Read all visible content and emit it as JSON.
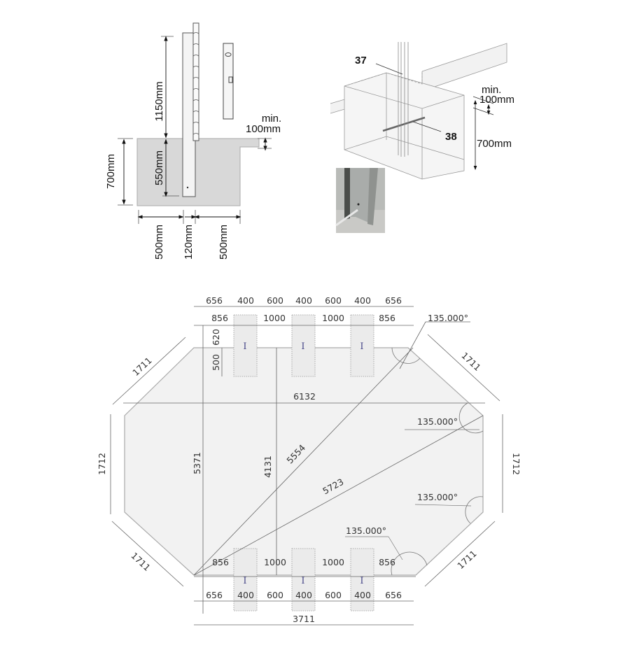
{
  "section_view": {
    "dimensions": {
      "post_above_ground": "1150mm",
      "post_embedded": "550mm",
      "footing_depth": "700mm",
      "min_clearance_label": "min.",
      "min_clearance_value": "100mm",
      "left_offset": "500mm",
      "post_width": "120mm",
      "right_offset": "500mm"
    }
  },
  "iso_view": {
    "callouts": {
      "post": "37",
      "rod": "38"
    },
    "min_label": "min.",
    "min_value": "100mm",
    "depth": "700mm"
  },
  "inset_photo": {
    "description": "post base with rod photo"
  },
  "plan_view": {
    "top_chain_1": [
      "656",
      "400",
      "600",
      "400",
      "600",
      "400",
      "656"
    ],
    "top_chain_2": [
      "856",
      "1000",
      "1000",
      "856"
    ],
    "bottom_chain_1": [
      "856",
      "1000",
      "1000",
      "856"
    ],
    "bottom_chain_2": [
      "656",
      "400",
      "600",
      "400",
      "600",
      "400",
      "656"
    ],
    "overall_bottom": "3711",
    "post_offset_top": "620",
    "post_offset_inner": "500",
    "width_6132": "6132",
    "height_5371": "5371",
    "height_4131": "4131",
    "diag_5554": "5554",
    "diag_5723": "5723",
    "side_left": "1712",
    "side_right": "1712",
    "diag_upper_left": "1711",
    "diag_upper_right": "1711",
    "diag_lower_left": "1711",
    "diag_lower_right": "1711",
    "angles": [
      "135.000°",
      "135.000°",
      "135.000°",
      "135.000°"
    ],
    "post_marker": "I"
  }
}
